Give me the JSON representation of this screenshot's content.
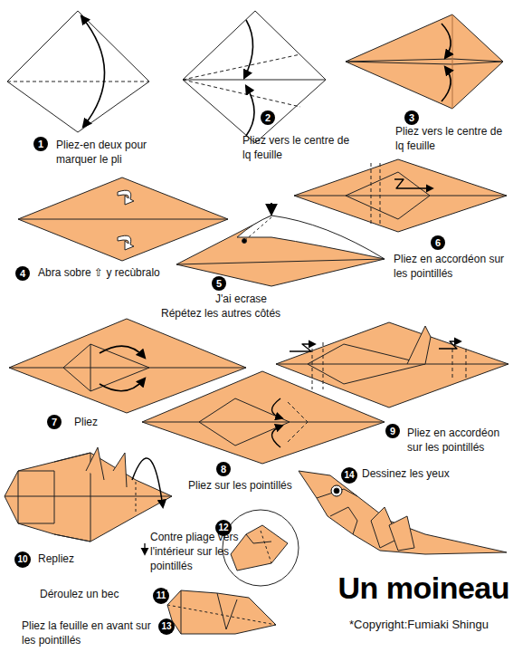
{
  "diagram": {
    "title": "Un moineau",
    "labels": [
      "1",
      "Pliez-en deux pour marquer le pli",
      "2",
      "Pliez vers le centre de lq feuille",
      "3",
      "Pliez vers le centre de lq feuille",
      "4",
      "Abra sobre ⇧ y recùbralo",
      "5",
      "J'ai ecrase",
      "Répétez les autres côtés",
      "6",
      "Pliez en accordéon sur les pointillés",
      "7",
      "Pliez",
      "8",
      "Pliez sur les pointillés",
      "9",
      "Pliez en accordéon sur les pointillés",
      "14",
      "Dessinez les yeux",
      "10",
      "Repliez",
      "12",
      "Contre pliage vers l'intérieur sur les pointillés",
      "11",
      "Déroulez un bec",
      "13",
      "Pliez la feuille en avant sur les pointillés",
      "*Copyright:Fumiaki Shingu"
    ]
  }
}
